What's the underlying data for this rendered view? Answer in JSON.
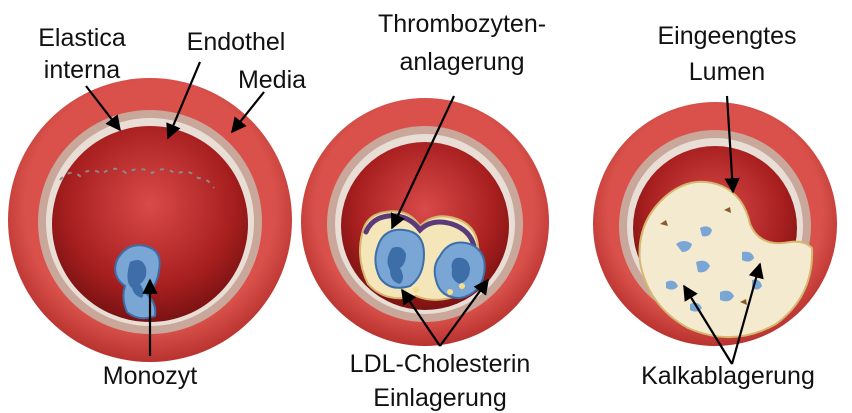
{
  "labels": {
    "elastica_interna_line1": "Elastica",
    "elastica_interna_line2": "interna",
    "endothel": "Endothel",
    "media": "Media",
    "monozyt": "Monozyt",
    "thrombozyten_line1": "Thrombozyten-",
    "thrombozyten_line2": "anlagerung",
    "ldl_line1": "LDL-Cholesterin",
    "ldl_line2": "Einlagerung",
    "eingeengtes_line1": "Eingeengtes",
    "eingeengtes_line2": "Lumen",
    "kalkablagerung": "Kalkablagerung"
  },
  "colors": {
    "media_outer": "#d9514a",
    "media_dark": "#b8322f",
    "elastica": "#c9a79a",
    "endothel_ring": "#e8dcd3",
    "lumen": "#a81f1f",
    "lumen_light": "#d04040",
    "monocyte": "#7aa6d6",
    "monocyte_dark": "#3d6ea8",
    "plaque": "#f4e6b8",
    "platelet": "#5b3a7a",
    "calcium_plaque": "#f3ead0"
  }
}
